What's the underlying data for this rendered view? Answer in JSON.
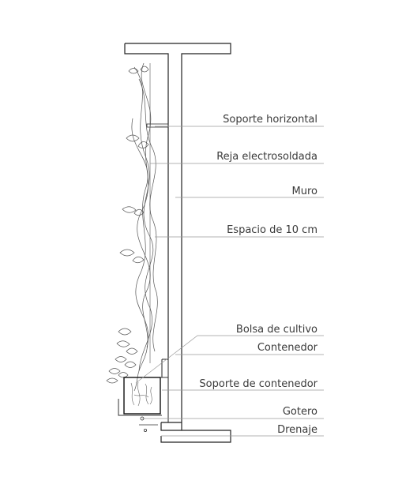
{
  "labels": {
    "soporte_horizontal": "Soporte horizontal",
    "reja": "Reja electrosoldada",
    "muro": "Muro",
    "espacio": "Espacio de 10 cm",
    "bolsa": "Bolsa de cultivo",
    "contenedor": "Contenedor",
    "soporte_contenedor": "Soporte de contenedor",
    "gotero": "Gotero",
    "drenaje": "Drenaje"
  },
  "colors": {
    "line": "#222222",
    "leader": "#9a9a9a",
    "text": "#3a3a3a"
  }
}
